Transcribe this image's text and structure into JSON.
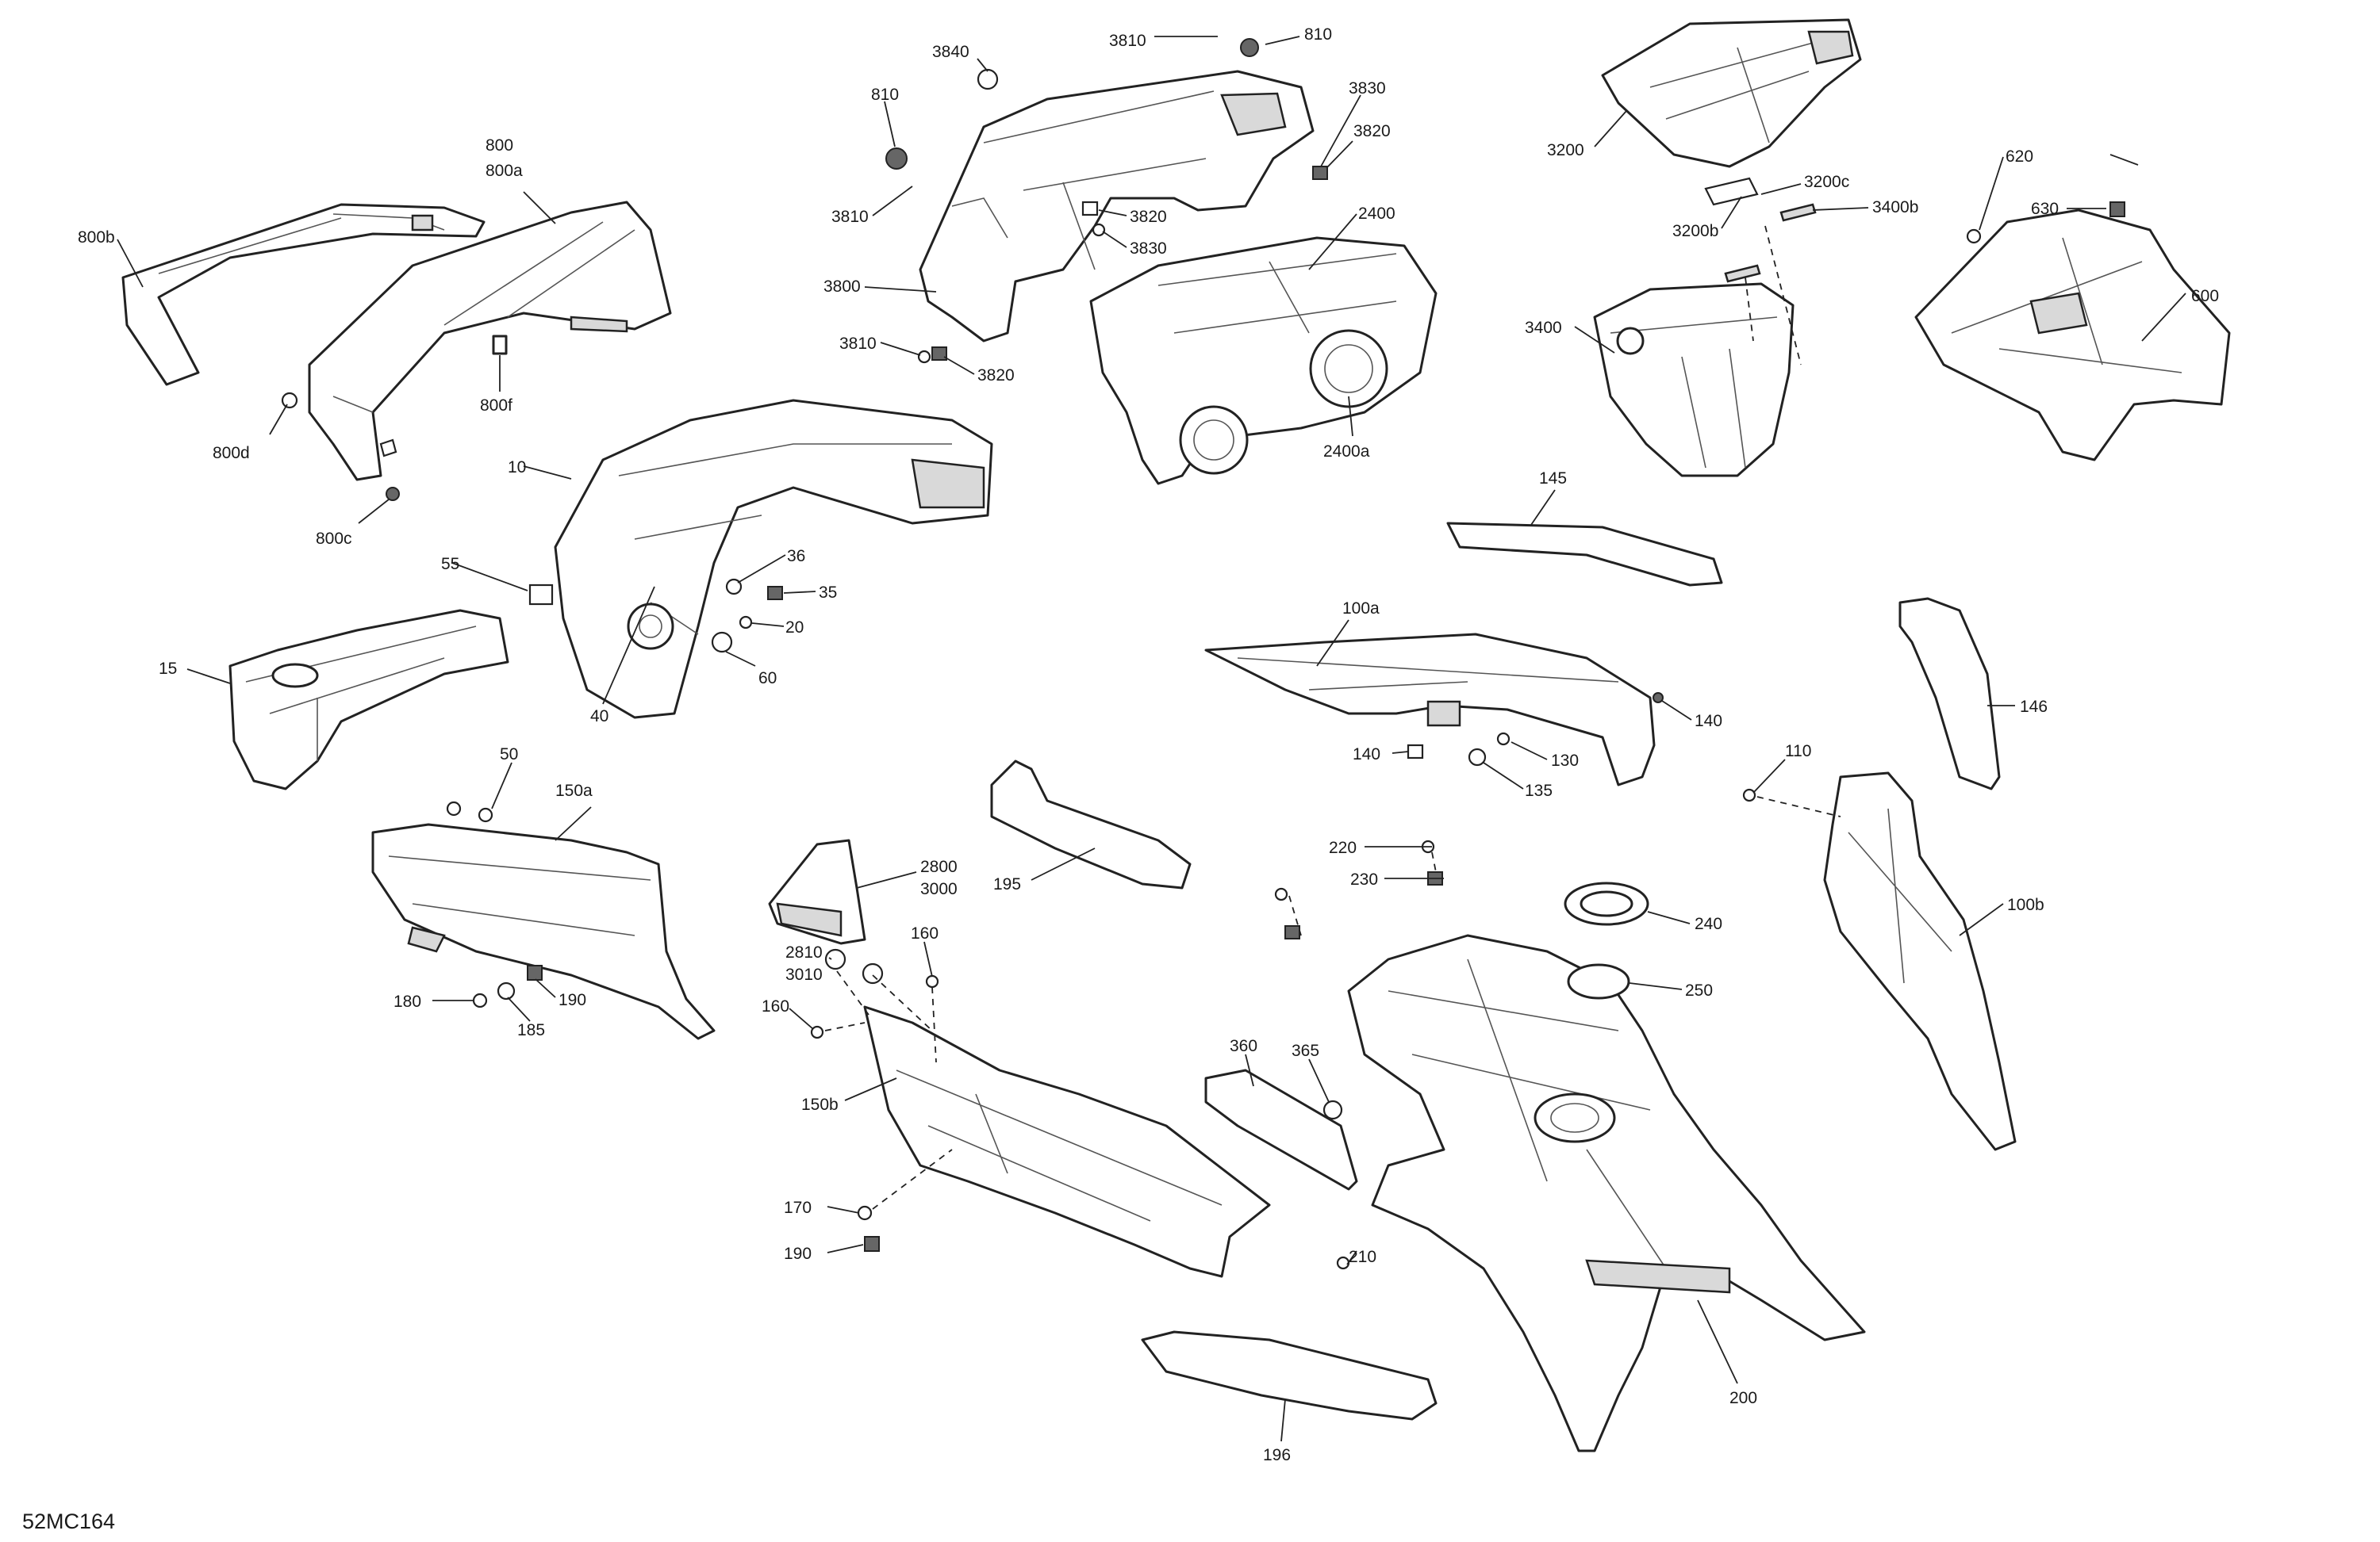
{
  "diagram_code": "52MC164",
  "callouts": [
    {
      "id": "c800",
      "text": "800"
    },
    {
      "id": "c800a",
      "text": "800a"
    },
    {
      "id": "c800b",
      "text": "800b"
    },
    {
      "id": "c800d",
      "text": "800d"
    },
    {
      "id": "c800f",
      "text": "800f"
    },
    {
      "id": "c800c",
      "text": "800c"
    },
    {
      "id": "c3840",
      "text": "3840"
    },
    {
      "id": "c3810a",
      "text": "3810"
    },
    {
      "id": "c810a",
      "text": "810"
    },
    {
      "id": "c810b",
      "text": "810"
    },
    {
      "id": "c3830a",
      "text": "3830"
    },
    {
      "id": "c3820a",
      "text": "3820"
    },
    {
      "id": "c3810b",
      "text": "3810"
    },
    {
      "id": "c3820b",
      "text": "3820"
    },
    {
      "id": "c3830b",
      "text": "3830"
    },
    {
      "id": "c3800",
      "text": "3800"
    },
    {
      "id": "c3810c",
      "text": "3810"
    },
    {
      "id": "c3820c",
      "text": "3820"
    },
    {
      "id": "c2400",
      "text": "2400"
    },
    {
      "id": "c2400a",
      "text": "2400a"
    },
    {
      "id": "c3200",
      "text": "3200"
    },
    {
      "id": "c3200c",
      "text": "3200c"
    },
    {
      "id": "c3200b",
      "text": "3200b"
    },
    {
      "id": "c3400b",
      "text": "3400b"
    },
    {
      "id": "c3400",
      "text": "3400"
    },
    {
      "id": "c620",
      "text": "620"
    },
    {
      "id": "c630",
      "text": "630"
    },
    {
      "id": "c600",
      "text": "600"
    },
    {
      "id": "c10",
      "text": "10"
    },
    {
      "id": "c55",
      "text": "55"
    },
    {
      "id": "c36",
      "text": "36"
    },
    {
      "id": "c35",
      "text": "35"
    },
    {
      "id": "c20",
      "text": "20"
    },
    {
      "id": "c60",
      "text": "60"
    },
    {
      "id": "c40",
      "text": "40"
    },
    {
      "id": "c15",
      "text": "15"
    },
    {
      "id": "c145",
      "text": "145"
    },
    {
      "id": "c100a",
      "text": "100a"
    },
    {
      "id": "c146",
      "text": "146"
    },
    {
      "id": "c140a",
      "text": "140"
    },
    {
      "id": "c140b",
      "text": "140"
    },
    {
      "id": "c130",
      "text": "130"
    },
    {
      "id": "c135",
      "text": "135"
    },
    {
      "id": "c110",
      "text": "110"
    },
    {
      "id": "c100b",
      "text": "100b"
    },
    {
      "id": "c50",
      "text": "50"
    },
    {
      "id": "c150a",
      "text": "150a"
    },
    {
      "id": "c180",
      "text": "180"
    },
    {
      "id": "c190a",
      "text": "190"
    },
    {
      "id": "c185",
      "text": "185"
    },
    {
      "id": "c195",
      "text": "195"
    },
    {
      "id": "c2800",
      "text": "2800"
    },
    {
      "id": "c3000",
      "text": "3000"
    },
    {
      "id": "c2810",
      "text": "2810"
    },
    {
      "id": "c3010",
      "text": "3010"
    },
    {
      "id": "c160a",
      "text": "160"
    },
    {
      "id": "c160b",
      "text": "160"
    },
    {
      "id": "c150b",
      "text": "150b"
    },
    {
      "id": "c170",
      "text": "170"
    },
    {
      "id": "c190b",
      "text": "190"
    },
    {
      "id": "c220",
      "text": "220"
    },
    {
      "id": "c230",
      "text": "230"
    },
    {
      "id": "c240",
      "text": "240"
    },
    {
      "id": "c250",
      "text": "250"
    },
    {
      "id": "c360",
      "text": "360"
    },
    {
      "id": "c365",
      "text": "365"
    },
    {
      "id": "c210",
      "text": "210"
    },
    {
      "id": "c200",
      "text": "200"
    },
    {
      "id": "c196",
      "text": "196"
    }
  ]
}
